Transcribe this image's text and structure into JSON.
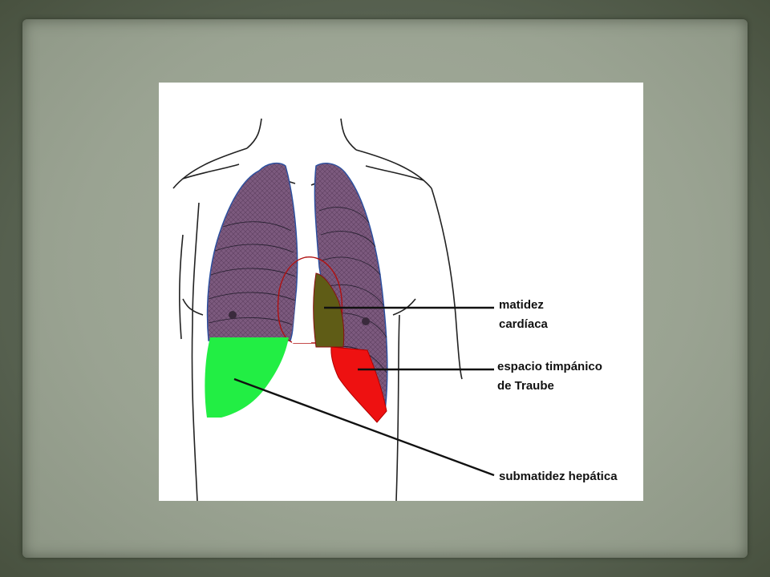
{
  "diagram": {
    "labels": {
      "cardiac_line1": "matidez",
      "cardiac_line2": "cardíaca",
      "traube_line1": "espacio timpánico",
      "traube_line2": "de Traube",
      "hepatic": "submatidez hepática"
    },
    "colors": {
      "lung": "#7c5a7e",
      "cardiac_dullness": "#5f5c16",
      "traube_space": "#ee1111",
      "hepatic_dullness": "#22ee44",
      "slide_background": "#9aa392",
      "frame": "#56604f"
    }
  }
}
